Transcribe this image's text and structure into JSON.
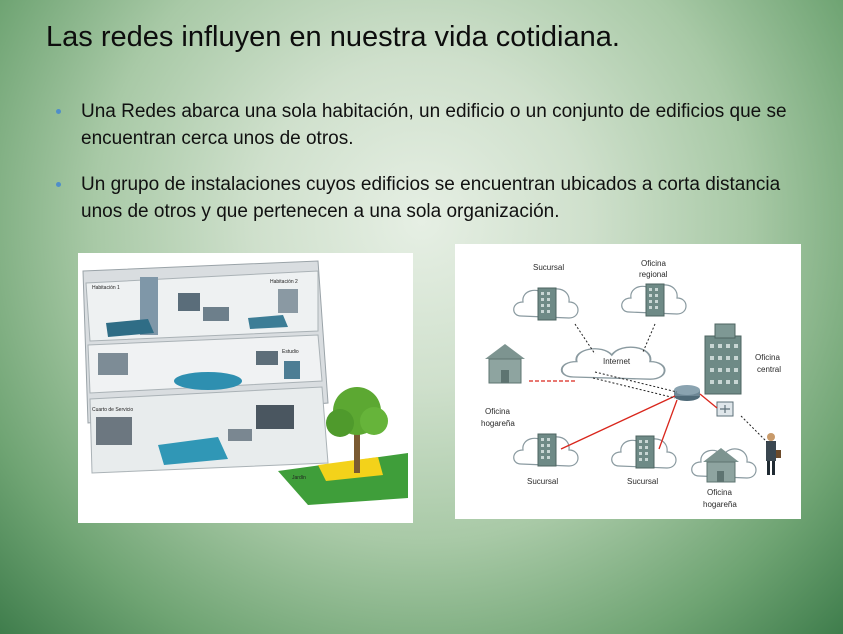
{
  "title": "Las redes influyen en     nuestra vida cotidiana.",
  "bullets": [
    "Una Redes abarca una sola habitación, un edificio o un conjunto de edificios que se encuentran cerca unos de otros.",
    "Un grupo de instalaciones cuyos edificios se encuentran ubicados a corta distancia unos de otros y que pertenecen a una sola organización."
  ],
  "building_image": {
    "labels": {
      "room1": "Habitación 1",
      "room2": "Habitación 2",
      "studio": "Estudio",
      "garage": "Cuarto de Servicio",
      "garden": "Jardín"
    }
  },
  "network_diagram": {
    "labels": {
      "sucursal_top": "Sucursal",
      "oficina_regional_l1": "Oficina",
      "oficina_regional_l2": "regional",
      "internet": "Internet",
      "oficina_central_l1": "Oficina",
      "oficina_central_l2": "central",
      "oficina_hogar_left_l1": "Oficina",
      "oficina_hogar_left_l2": "hogareña",
      "sucursal_bottom_left": "Sucursal",
      "sucursal_bottom_mid": "Sucursal",
      "oficina_hogar_right_l1": "Oficina",
      "oficina_hogar_right_l2": "hogareña"
    }
  },
  "colors": {
    "bullet": "#4f8ec9",
    "link_red": "#d9261c",
    "building": "#6e8a86",
    "cloud_stroke": "#8a9aa0"
  }
}
